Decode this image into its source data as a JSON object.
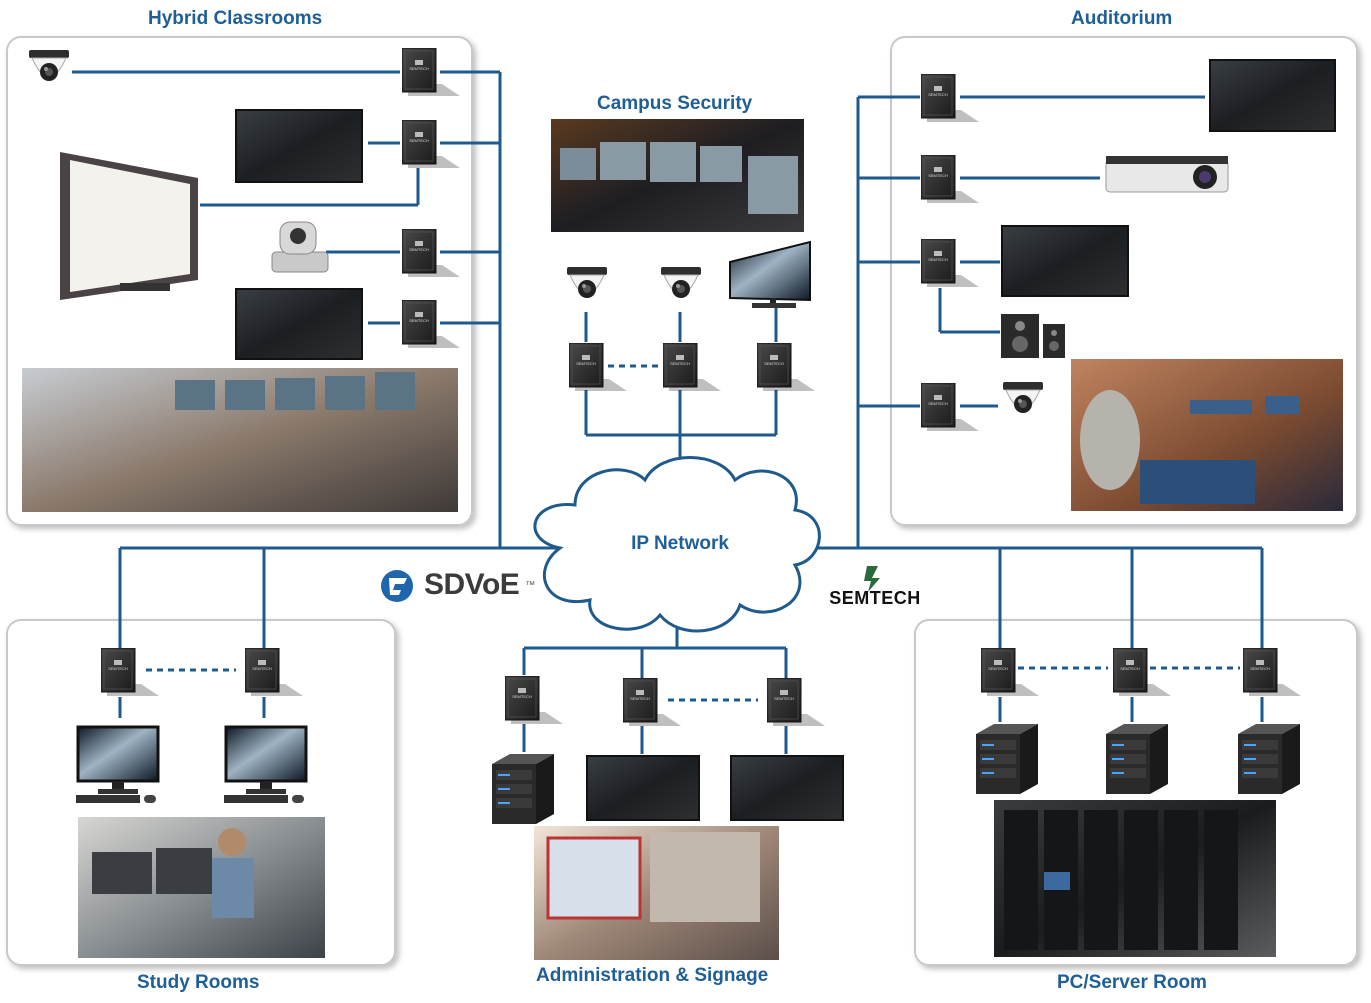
{
  "zones": {
    "hybrid_classrooms": "Hybrid Classrooms",
    "campus_security": "Campus Security",
    "auditorium": "Auditorium",
    "study_rooms": "Study Rooms",
    "administration_signage": "Administration & Signage",
    "pc_server_room": "PC/Server Room"
  },
  "network": {
    "label": "IP Network"
  },
  "brands": {
    "sdvoe": "SDVoE",
    "sdvoe_tm": "™",
    "semtech": "SEMTECH"
  },
  "colors": {
    "link_line": "#1f5a8c",
    "title_text": "#1f5f97",
    "panel_border": "#c8c8c8",
    "device_body": "#2b2b2b"
  }
}
